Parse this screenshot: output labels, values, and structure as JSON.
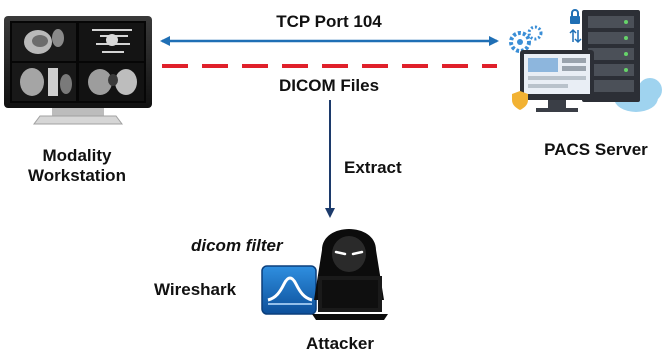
{
  "labels": {
    "tcp_port": "TCP Port 104",
    "dicom_files": "DICOM Files",
    "modality_line1": "Modality",
    "modality_line2": "Workstation",
    "pacs_server": "PACS Server",
    "extract": "Extract",
    "dicom_filter": "dicom filter",
    "wireshark": "Wireshark",
    "attacker": "Attacker"
  },
  "colors": {
    "tcp_arrow": "#1f6fb5",
    "dicom_dash": "#e0202a",
    "extract_arrow": "#1c3a6b",
    "wireshark_blue": "#1a6cc8",
    "hacker_dark": "#0c0c0c",
    "server_dark": "#2c2f36"
  },
  "icons": {
    "workstation": "medical-monitor-icon",
    "server": "pacs-server-icon",
    "wireshark": "wireshark-icon",
    "attacker": "hooded-hacker-icon"
  }
}
